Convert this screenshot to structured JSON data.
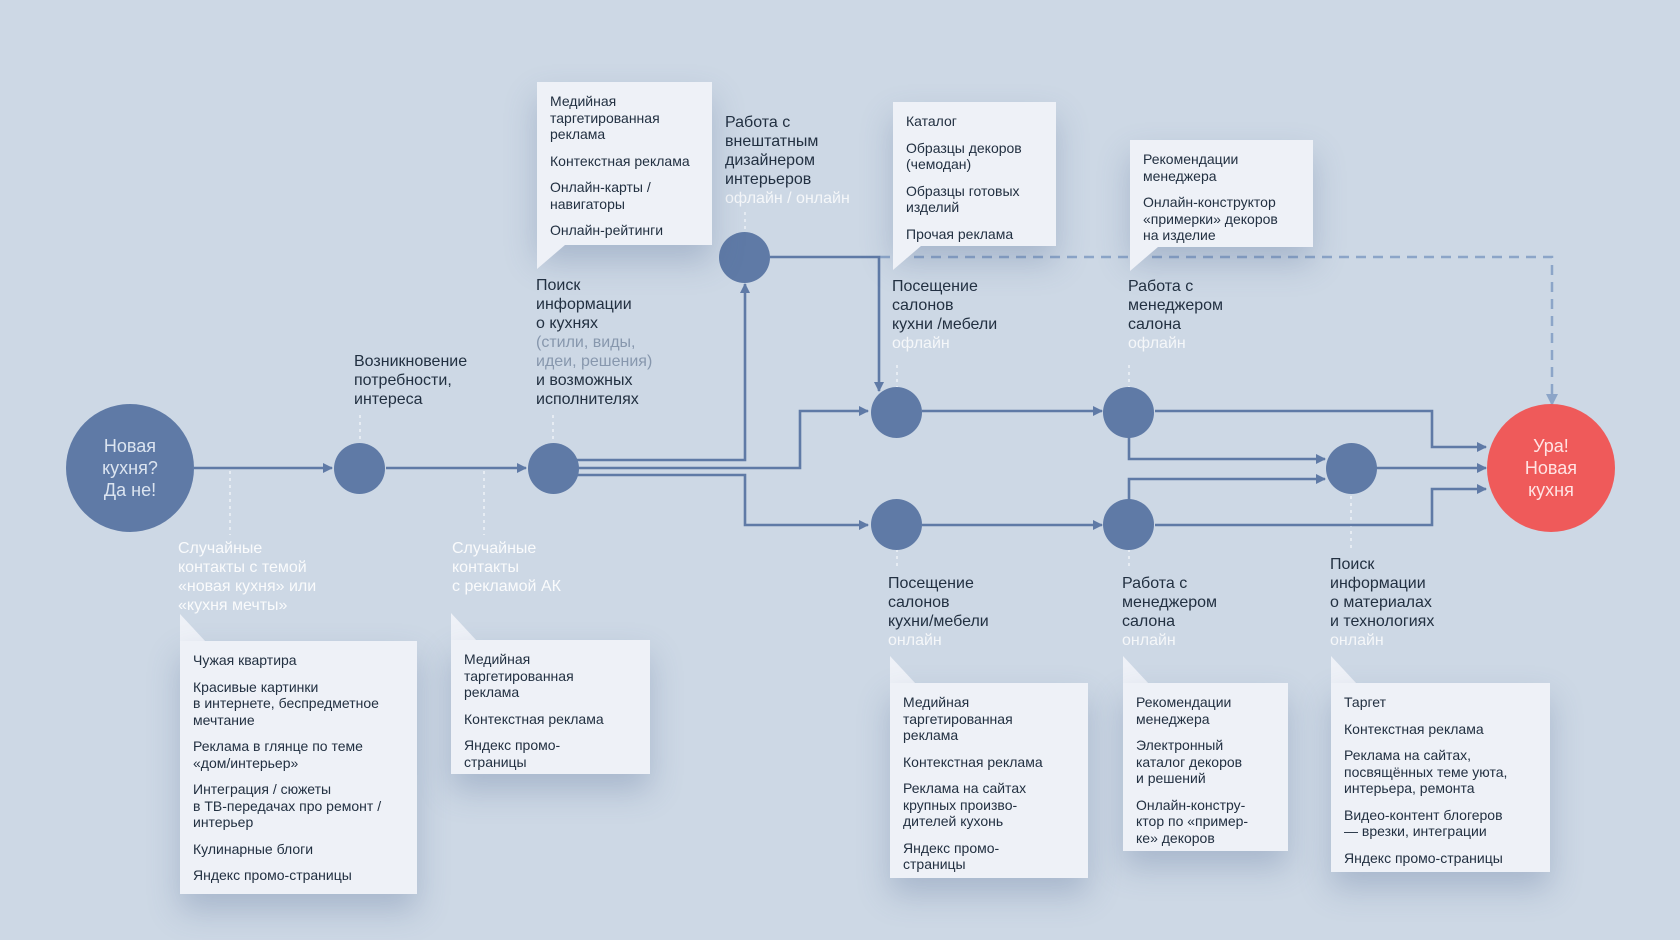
{
  "colors": {
    "background": "#cdd8e5",
    "line": "#5f7aa6",
    "node": "#5f7aa6",
    "final": "#ef5a5a",
    "card": "#eef1f7"
  },
  "start_node": {
    "label_lines": [
      "Новая",
      "кухня?",
      "Да не!"
    ]
  },
  "final_node": {
    "label_lines": [
      "Ура!",
      "Новая",
      "кухня"
    ]
  },
  "stages": {
    "need": {
      "lines": [
        "Возникновение",
        "потребности,",
        "интереса"
      ]
    },
    "search": {
      "lines": [
        "Поиск",
        "информации",
        "о кухнях"
      ],
      "grey_lines": [
        "(стили, виды,",
        "идеи, решения)"
      ],
      "tail_lines": [
        "и возможных",
        "исполнителях"
      ]
    },
    "designer": {
      "lines": [
        "Работа с",
        "внештатным",
        "дизайнером",
        "интерьеров"
      ],
      "mode": "офлайн / онлайн"
    },
    "salon_offline": {
      "lines": [
        "Посещение",
        "салонов",
        "кухни /мебели"
      ],
      "mode": "офлайн"
    },
    "manager_offline": {
      "lines": [
        "Работа с",
        "менеджером",
        "салона"
      ],
      "mode": "офлайн"
    },
    "salon_online": {
      "lines": [
        "Посещение",
        "салонов",
        "кухни/мебели"
      ],
      "mode": "онлайн"
    },
    "manager_online": {
      "lines": [
        "Работа с",
        "менеджером",
        "салона"
      ],
      "mode": "онлайн"
    },
    "materials": {
      "lines": [
        "Поиск",
        "информации",
        "о материалах",
        "и технологиях"
      ],
      "mode": "онлайн"
    }
  },
  "touch_labels": {
    "random_theme": {
      "lines": [
        "Случайные",
        "контакты с темой",
        "«новая кухня» или",
        "«кухня мечты»"
      ]
    },
    "random_ads": {
      "lines": [
        "Случайные",
        "контакты",
        "с рекламой АК"
      ]
    }
  },
  "cards": {
    "random_theme": {
      "items": [
        "Чужая квартира",
        "Красивые картинки\nв интернете, беспредметное\nмечтание",
        "Реклама в глянце по теме\n«дом/интерьер»",
        "Интеграция / сюжеты\nв ТВ-передачах про ремонт /\nинтерьер",
        "Кулинарные блоги",
        "Яндекс промо-страницы"
      ]
    },
    "random_ads": {
      "items": [
        "Медийная\nтаргетированная\nреклама",
        "Контекстная реклама",
        "Яндекс промо-\nстраницы"
      ]
    },
    "search": {
      "items": [
        "Медийная\nтаргетированная\nреклама",
        "Контекстная реклама",
        "Онлайн-карты /\nнавигаторы",
        "Онлайн-рейтинги"
      ]
    },
    "salon_offline": {
      "items": [
        "Каталог",
        "Образцы декоров\n(чемодан)",
        "Образцы готовых\nизделий",
        "Прочая реклама"
      ]
    },
    "manager_offline": {
      "items": [
        "Рекомендации\nменеджера",
        "Онлайн-конструктор\n«примерки» декоров\nна изделие"
      ]
    },
    "salon_online": {
      "items": [
        "Медийная\nтаргетированная\nреклама",
        "Контекстная реклама",
        "Реклама на сайтах\nкрупных произво-\nдителей кухонь",
        "Яндекс промо-\nстраницы"
      ]
    },
    "manager_online": {
      "items": [
        "Рекомендации\nменеджера",
        "Электронный\nкаталог декоров\nи решений",
        "Онлайн-констру-\nктор по «пример-\nке» декоров"
      ]
    },
    "materials": {
      "items": [
        "Таргет",
        "Контекстная реклама",
        "Реклама на сайтах,\nпосвящённых теме уюта,\nинтерьера, ремонта",
        "Видео-контент блогеров\n— врезки, интеграции",
        "Яндекс промо-страницы"
      ]
    }
  }
}
